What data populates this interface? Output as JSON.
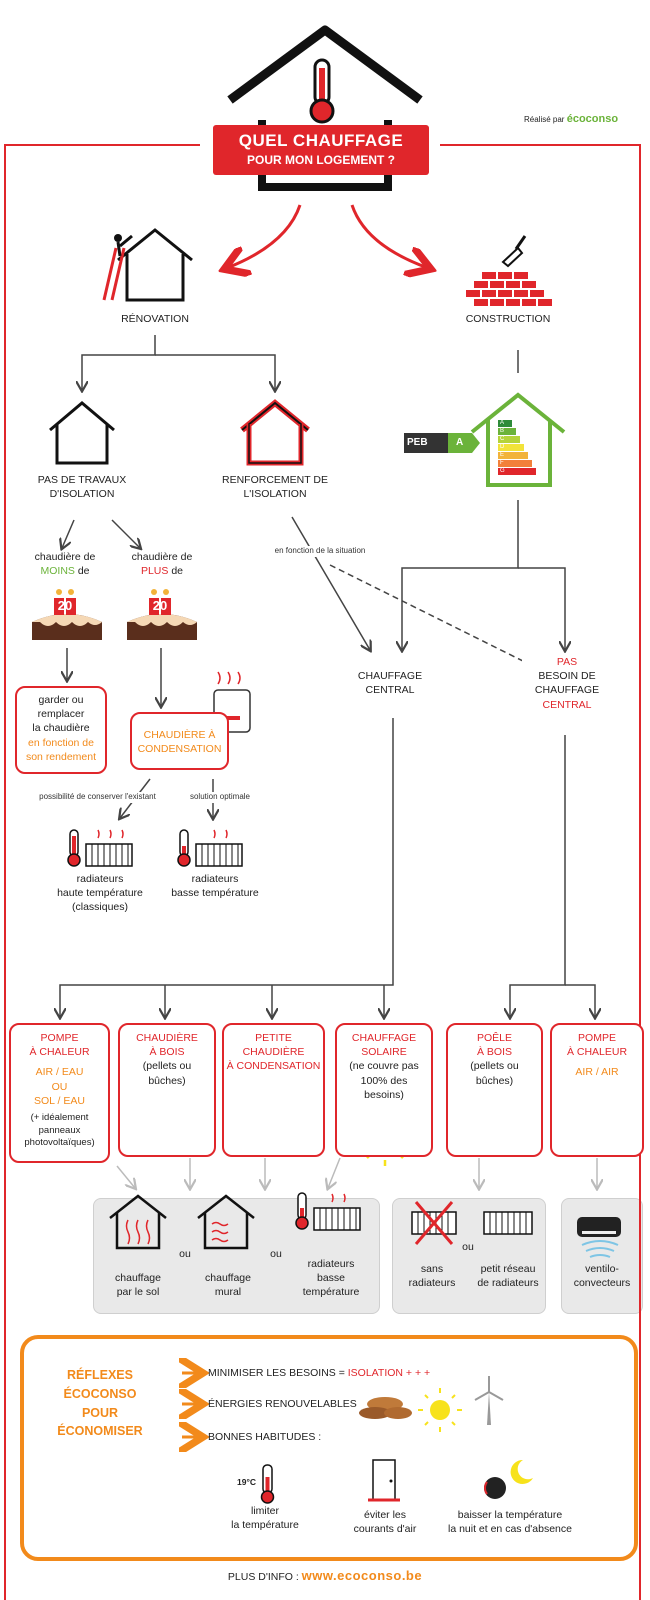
{
  "header": {
    "title_line1": "QUEL CHAUFFAGE",
    "title_line2": "POUR MON LOGEMENT ?",
    "credit_prefix": "Réalisé par",
    "credit_brand": "écoconso"
  },
  "colors": {
    "red": "#e0262b",
    "orange": "#f28a1b",
    "green": "#6bb33a",
    "dark": "#222222",
    "panel": "#e9e9e9"
  },
  "branches": {
    "renovation": "RÉNOVATION",
    "construction": "CONSTRUCTION",
    "no_insulation_line1": "PAS DE TRAVAUX",
    "no_insulation_line2": "D'ISOLATION",
    "insulation_line1": "RENFORCEMENT DE",
    "insulation_line2": "L'ISOLATION",
    "depending": "en fonction de la situation",
    "peb_label": "PEB",
    "peb_grade": "A",
    "peb_classes": [
      "A",
      "B",
      "C",
      "D",
      "E",
      "F",
      "G"
    ]
  },
  "boiler_age": {
    "less_prefix": "chaudière de",
    "less_word": "MOINS",
    "less_suffix": "de",
    "more_prefix": "chaudière de",
    "more_word": "PLUS",
    "more_suffix": "de",
    "years": "20"
  },
  "keep_box": {
    "line1": "garder ou",
    "line2": "remplacer",
    "line3": "la chaudière",
    "line4": "en fonction de",
    "line5": "son rendement"
  },
  "condensing_box": {
    "line1": "CHAUDIÈRE À",
    "line2": "CONDENSATION"
  },
  "radiator_options": {
    "keep_existing": "possibilité de conserver l'existant",
    "optimal": "solution optimale",
    "high_temp_line1": "radiateurs",
    "high_temp_line2": "haute température",
    "high_temp_line3": "(classiques)",
    "low_temp_line1": "radiateurs",
    "low_temp_line2": "basse température"
  },
  "central": {
    "central_line1": "CHAUFFAGE",
    "central_line2": "CENTRAL",
    "no_central_line1": "PAS",
    "no_central_line2": "BESOIN DE",
    "no_central_line3": "CHAUFFAGE",
    "no_central_line4": "CENTRAL"
  },
  "options": {
    "heat_pump_title_1": "POMPE",
    "heat_pump_title_2": "À CHALEUR",
    "heat_pump_air_water": "AIR / EAU",
    "heat_pump_or": "OU",
    "heat_pump_ground_water": "SOL / EAU",
    "heat_pump_note_1": "(+ idéalement",
    "heat_pump_note_2": "panneaux",
    "heat_pump_note_3": "photovoltaïques)",
    "wood_boiler_1": "CHAUDIÈRE",
    "wood_boiler_2": "À BOIS",
    "wood_boiler_3": "(pellets ou",
    "wood_boiler_4": "bûches)",
    "small_boiler_1": "PETITE CHAUDIÈRE",
    "small_boiler_2": "À CONDENSATION",
    "solar_1": "CHAUFFAGE",
    "solar_2": "SOLAIRE",
    "solar_3": "(ne couvre pas",
    "solar_4": "100% des",
    "solar_5": "besoins)",
    "stove_1": "POÊLE",
    "stove_2": "À BOIS",
    "stove_3": "(pellets ou",
    "stove_4": "bûches)",
    "airair_1": "POMPE",
    "airair_2": "À CHALEUR",
    "airair_3": "AIR / AIR"
  },
  "emitters": {
    "floor_1": "chauffage",
    "floor_2": "par le sol",
    "or": "ou",
    "wall_1": "chauffage",
    "wall_2": "mural",
    "lowrad_1": "radiateurs",
    "lowrad_2": "basse",
    "lowrad_3": "température",
    "norad_1": "sans",
    "norad_2": "radiateurs",
    "smallnet_1": "petit réseau",
    "smallnet_2": "de radiateurs",
    "fan_1": "ventilo-",
    "fan_2": "convecteurs"
  },
  "reflexes": {
    "title_1": "RÉFLEXES",
    "title_2": "ÉCOCONSO",
    "title_3": "POUR",
    "title_4": "ÉCONOMISER",
    "item1_prefix": "MINIMISER LES BESOINS =",
    "item1_highlight": "ISOLATION + + +",
    "item2": "ÉNERGIES RENOUVELABLES",
    "item3": "BONNES HABITUDES :",
    "temp_value": "19°C",
    "habit1_1": "limiter",
    "habit1_2": "la température",
    "habit2_1": "éviter les",
    "habit2_2": "courants d'air",
    "habit3_1": "baisser la température",
    "habit3_2": "la nuit et en cas d'absence"
  },
  "footer": {
    "prefix": "PLUS D'INFO :",
    "url": "www.ecoconso.be"
  }
}
